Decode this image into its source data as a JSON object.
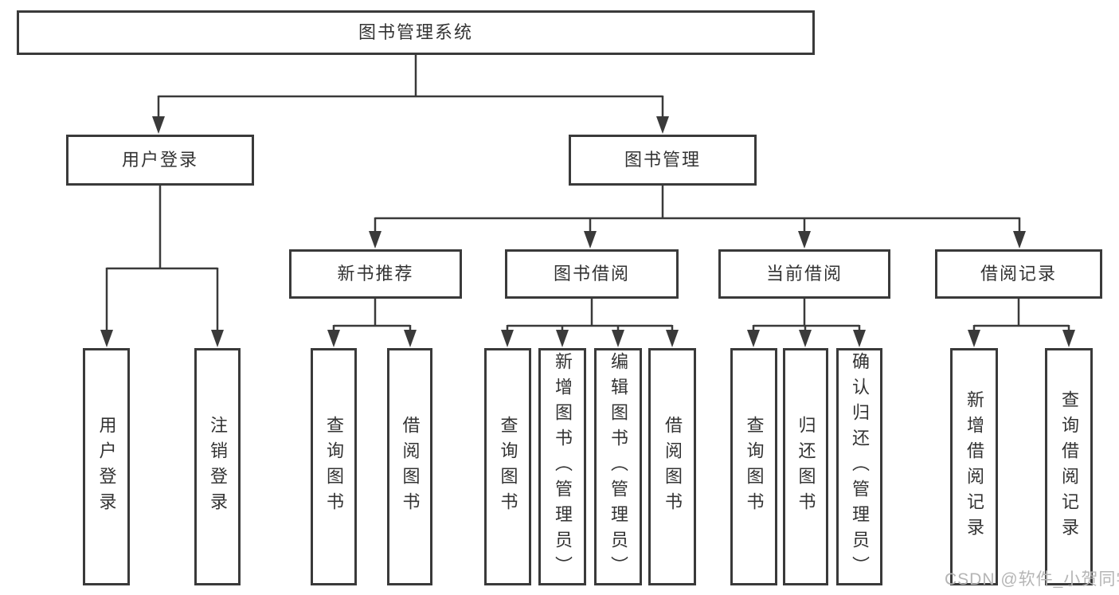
{
  "tree": {
    "label": "图书管理系统",
    "children": [
      {
        "label": "用户登录",
        "children": [
          {
            "label": "用户登录"
          },
          {
            "label": "注销登录"
          }
        ]
      },
      {
        "label": "图书管理",
        "children": [
          {
            "label": "新书推荐",
            "children": [
              {
                "label": "查询图书"
              },
              {
                "label": "借阅图书"
              }
            ]
          },
          {
            "label": "图书借阅",
            "children": [
              {
                "label": "查询图书"
              },
              {
                "label": "新增图书（管理员）"
              },
              {
                "label": "编辑图书（管理员）"
              },
              {
                "label": "借阅图书"
              }
            ]
          },
          {
            "label": "当前借阅",
            "children": [
              {
                "label": "查询图书"
              },
              {
                "label": "归还图书"
              },
              {
                "label": "确认归还（管理员）"
              }
            ]
          },
          {
            "label": "借阅记录",
            "children": [
              {
                "label": "新增借阅记录"
              },
              {
                "label": "查询借阅记录"
              }
            ]
          }
        ]
      }
    ]
  },
  "watermark": "CSDN @软件_小贺同学",
  "colors": {
    "line": "#3a3a3a",
    "box_border": "#3a3a3a",
    "text": "#333333",
    "background": "#ffffff",
    "watermark": "#b5b5b5"
  }
}
